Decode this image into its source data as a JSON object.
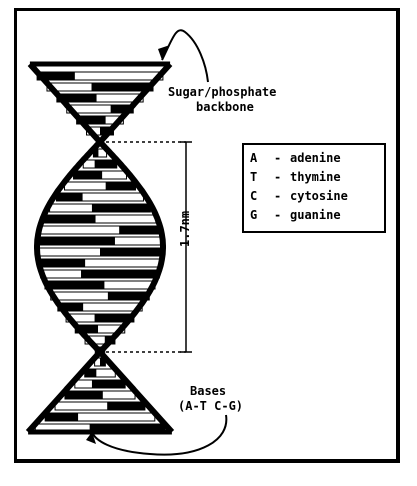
{
  "labels": {
    "backbone_line1": "Sugar/phosphate",
    "backbone_line2": "backbone",
    "bases_line1": "Bases",
    "bases_line2": "(A-T C-G)",
    "measurement": "1.7nm"
  },
  "legend": [
    {
      "letter": "A",
      "sep": "-",
      "name": "adenine"
    },
    {
      "letter": "T",
      "sep": "-",
      "name": "thymine"
    },
    {
      "letter": "C",
      "sep": "-",
      "name": "cytosine"
    },
    {
      "letter": "G",
      "sep": "-",
      "name": "guanine"
    }
  ],
  "colors": {
    "ink": "#000000",
    "paper": "#ffffff"
  }
}
